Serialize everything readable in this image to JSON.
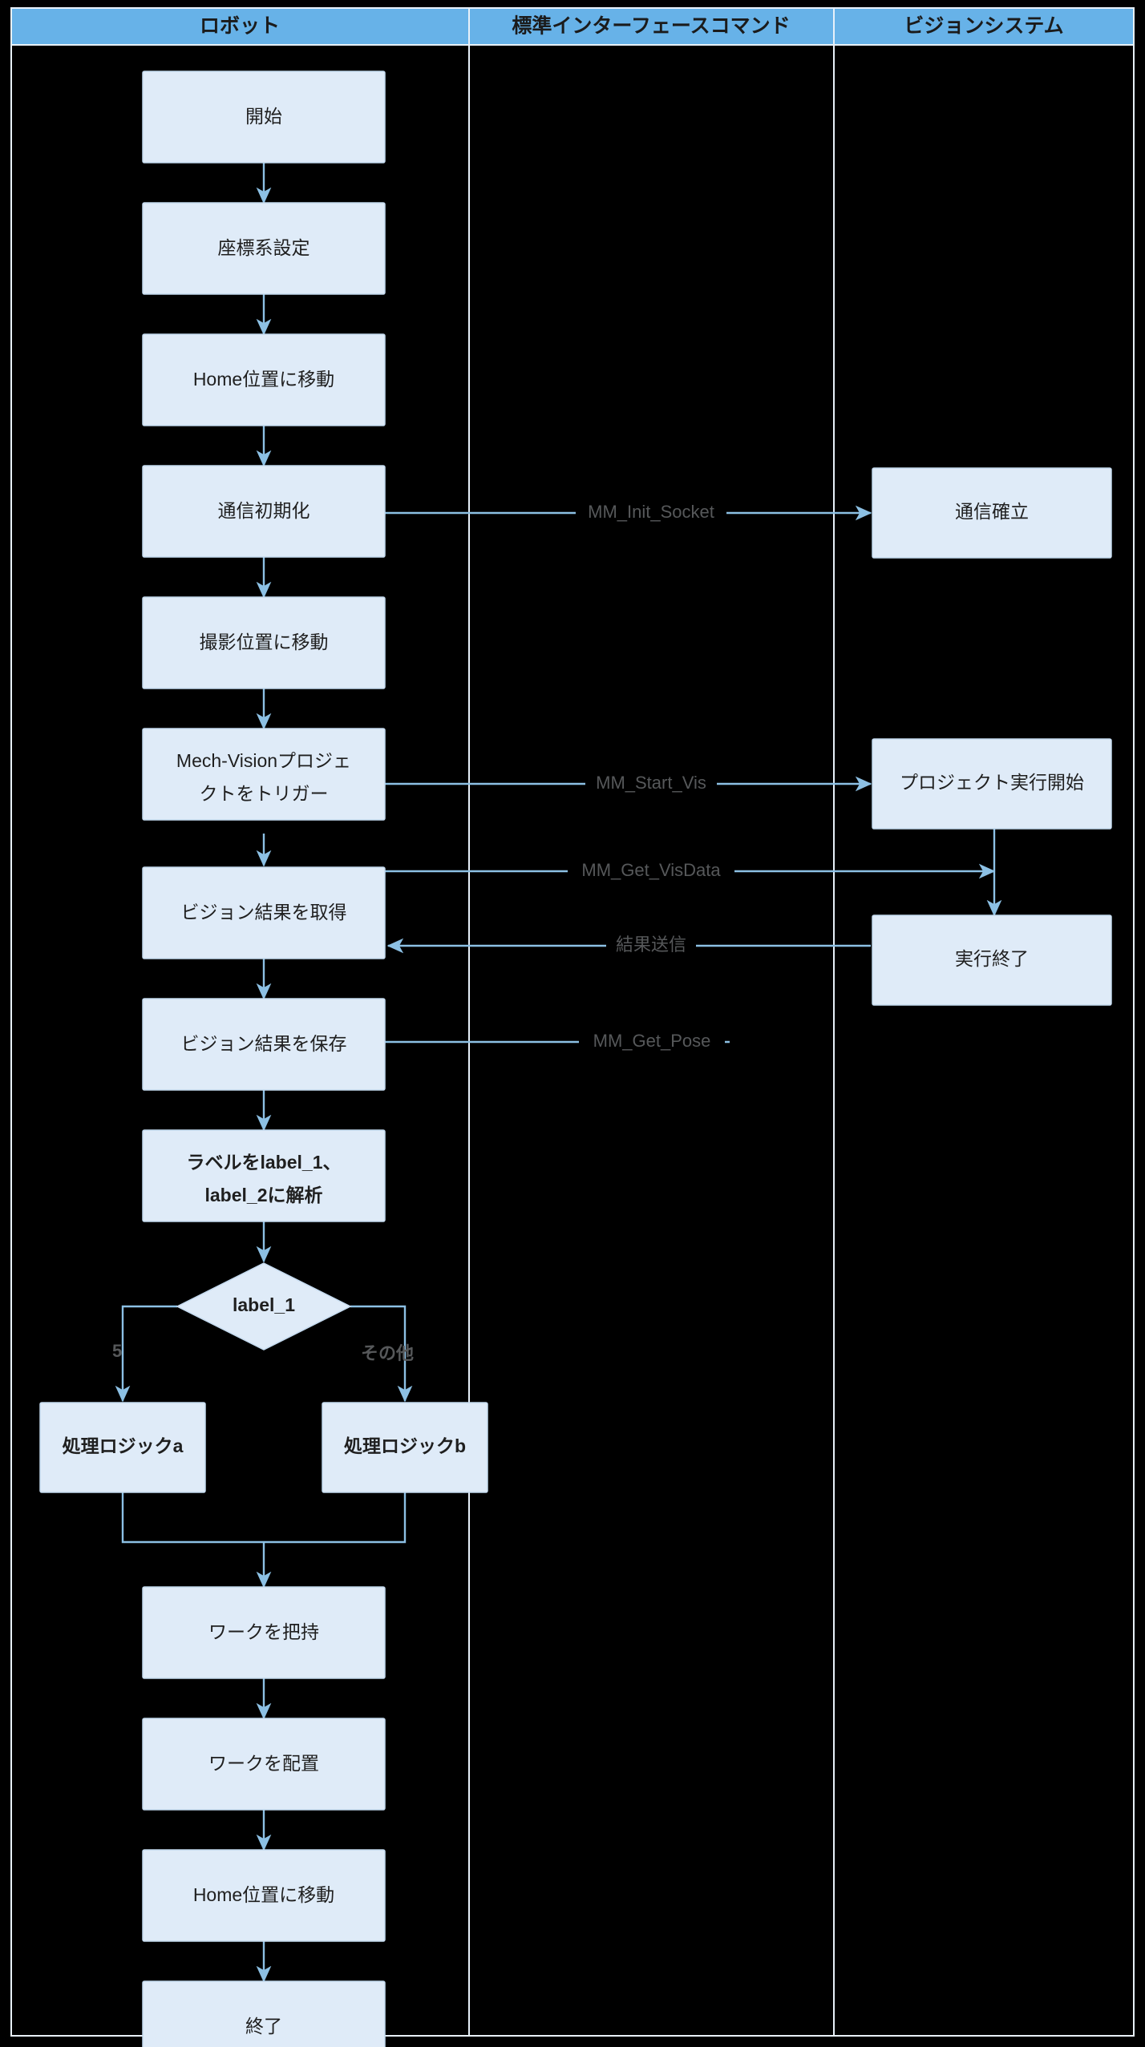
{
  "diagram": {
    "type": "swimlane-flowchart",
    "title": "",
    "lanes": [
      {
        "id": "robot",
        "label": "ロボット"
      },
      {
        "id": "interface",
        "label": "標準インターフェースコマンド"
      },
      {
        "id": "vision",
        "label": "ビジョンシステム"
      }
    ],
    "colors": {
      "lane_header_fill": "#67b2e8",
      "lane_border": "#e8f1fa",
      "node_fill": "#dfebf8",
      "node_border": "#c3d9ee",
      "arrow": "#8cc0e4",
      "node_text": "#1f1f1f",
      "edge_label_text": "#56585a",
      "background": "#000000"
    },
    "nodes": [
      {
        "id": "start",
        "lane": "robot",
        "shape": "rect",
        "label": "開始",
        "bold": false
      },
      {
        "id": "coord",
        "lane": "robot",
        "shape": "rect",
        "label": "座標系設定",
        "bold": false
      },
      {
        "id": "home1",
        "lane": "robot",
        "shape": "rect",
        "label": "Home位置に移動",
        "bold": false
      },
      {
        "id": "comm_init",
        "lane": "robot",
        "shape": "rect",
        "label": "通信初期化",
        "bold": false
      },
      {
        "id": "capture_pos",
        "lane": "robot",
        "shape": "rect",
        "label": "撮影位置に移動",
        "bold": false
      },
      {
        "id": "trigger_mv",
        "lane": "robot",
        "shape": "rect",
        "label_line1": "Mech-Visionプロジェ",
        "label_line2": "クトをトリガー",
        "bold": false
      },
      {
        "id": "get_result",
        "lane": "robot",
        "shape": "rect",
        "label": "ビジョン結果を取得",
        "bold": false
      },
      {
        "id": "save_result",
        "lane": "robot",
        "shape": "rect",
        "label": "ビジョン結果を保存",
        "bold": false
      },
      {
        "id": "parse_label",
        "lane": "robot",
        "shape": "rect",
        "label_line1": "ラベルをlabel_1、",
        "label_line2": "label_2に解析",
        "bold": true
      },
      {
        "id": "decision",
        "lane": "robot",
        "shape": "diamond",
        "label": "label_1",
        "bold": true
      },
      {
        "id": "logic_a",
        "lane": "robot",
        "shape": "rect",
        "label": "処理ロジックa",
        "bold": true
      },
      {
        "id": "logic_b",
        "lane": "robot",
        "shape": "rect",
        "label": "処理ロジックb",
        "bold": true
      },
      {
        "id": "pick",
        "lane": "robot",
        "shape": "rect",
        "label": "ワークを把持",
        "bold": false
      },
      {
        "id": "place",
        "lane": "robot",
        "shape": "rect",
        "label": "ワークを配置",
        "bold": false
      },
      {
        "id": "home2",
        "lane": "robot",
        "shape": "rect",
        "label": "Home位置に移動",
        "bold": false
      },
      {
        "id": "end",
        "lane": "robot",
        "shape": "rect",
        "label": "終了",
        "bold": false
      },
      {
        "id": "comm_ok",
        "lane": "vision",
        "shape": "rect",
        "label": "通信確立",
        "bold": false
      },
      {
        "id": "proj_start",
        "lane": "vision",
        "shape": "rect",
        "label": "プロジェクト実行開始",
        "bold": false
      },
      {
        "id": "proj_end",
        "lane": "vision",
        "shape": "rect",
        "label": "実行終了",
        "bold": false
      }
    ],
    "edges": [
      {
        "from": "start",
        "to": "coord",
        "label": ""
      },
      {
        "from": "coord",
        "to": "home1",
        "label": ""
      },
      {
        "from": "home1",
        "to": "comm_init",
        "label": ""
      },
      {
        "from": "comm_init",
        "to": "comm_ok",
        "label": "MM_Init_Socket"
      },
      {
        "from": "comm_init",
        "to": "capture_pos",
        "label": ""
      },
      {
        "from": "capture_pos",
        "to": "trigger_mv",
        "label": ""
      },
      {
        "from": "trigger_mv",
        "to": "proj_start",
        "label": "MM_Start_Vis"
      },
      {
        "from": "trigger_mv",
        "to": "get_result",
        "label": ""
      },
      {
        "from": "get_result",
        "to": "proj_end",
        "label": "MM_Get_VisData"
      },
      {
        "from": "proj_end",
        "to": "get_result",
        "label": "結果送信"
      },
      {
        "from": "get_result",
        "to": "save_result",
        "label": ""
      },
      {
        "from": "save_result",
        "to": "",
        "label": "MM_Get_Pose"
      },
      {
        "from": "save_result",
        "to": "parse_label",
        "label": ""
      },
      {
        "from": "parse_label",
        "to": "decision",
        "label": ""
      },
      {
        "from": "decision",
        "to": "logic_a",
        "label": "5"
      },
      {
        "from": "decision",
        "to": "logic_b",
        "label": "その他"
      },
      {
        "from": "logic_a",
        "to": "pick",
        "label": ""
      },
      {
        "from": "logic_b",
        "to": "pick",
        "label": ""
      },
      {
        "from": "pick",
        "to": "place",
        "label": ""
      },
      {
        "from": "place",
        "to": "home2",
        "label": ""
      },
      {
        "from": "home2",
        "to": "end",
        "label": ""
      }
    ],
    "edge_labels": {
      "init_socket": "MM_Init_Socket",
      "start_vis": "MM_Start_Vis",
      "get_visdata": "MM_Get_VisData",
      "send_result": "結果送信",
      "get_pose": "MM_Get_Pose",
      "branch_5": "5",
      "branch_other": "その他"
    }
  }
}
